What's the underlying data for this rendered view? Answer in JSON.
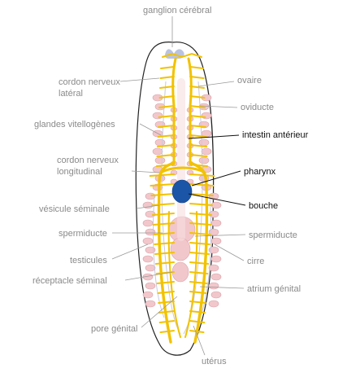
{
  "labels": {
    "ganglion": "ganglion cérébral",
    "lateral_cord_1": "cordon nerveux",
    "lateral_cord_2": "latéral",
    "vitelline": "glandes vitellogènes",
    "long_cord_1": "cordon nerveux",
    "long_cord_2": "longitudinal",
    "seminal_vesicle": "vésicule séminale",
    "spermiduct_left": "spermiducte",
    "testes": "testicules",
    "seminal_receptacle": "réceptacle séminal",
    "genital_pore": "pore génital",
    "ovary": "ovaire",
    "oviduct": "oviducte",
    "anterior_intestine": "intestin antérieur",
    "pharynx": "pharynx",
    "mouth": "bouche",
    "spermiduct_right": "spermiducte",
    "cirrus": "cirre",
    "genital_atrium": "atrium génital",
    "uterus": "utérus"
  },
  "colors": {
    "nerve": "#f2c200",
    "pharynx": "#1a55a8",
    "gland": "#f2c7cb",
    "ganglion": "#b9c3e0",
    "outline": "#222222"
  }
}
